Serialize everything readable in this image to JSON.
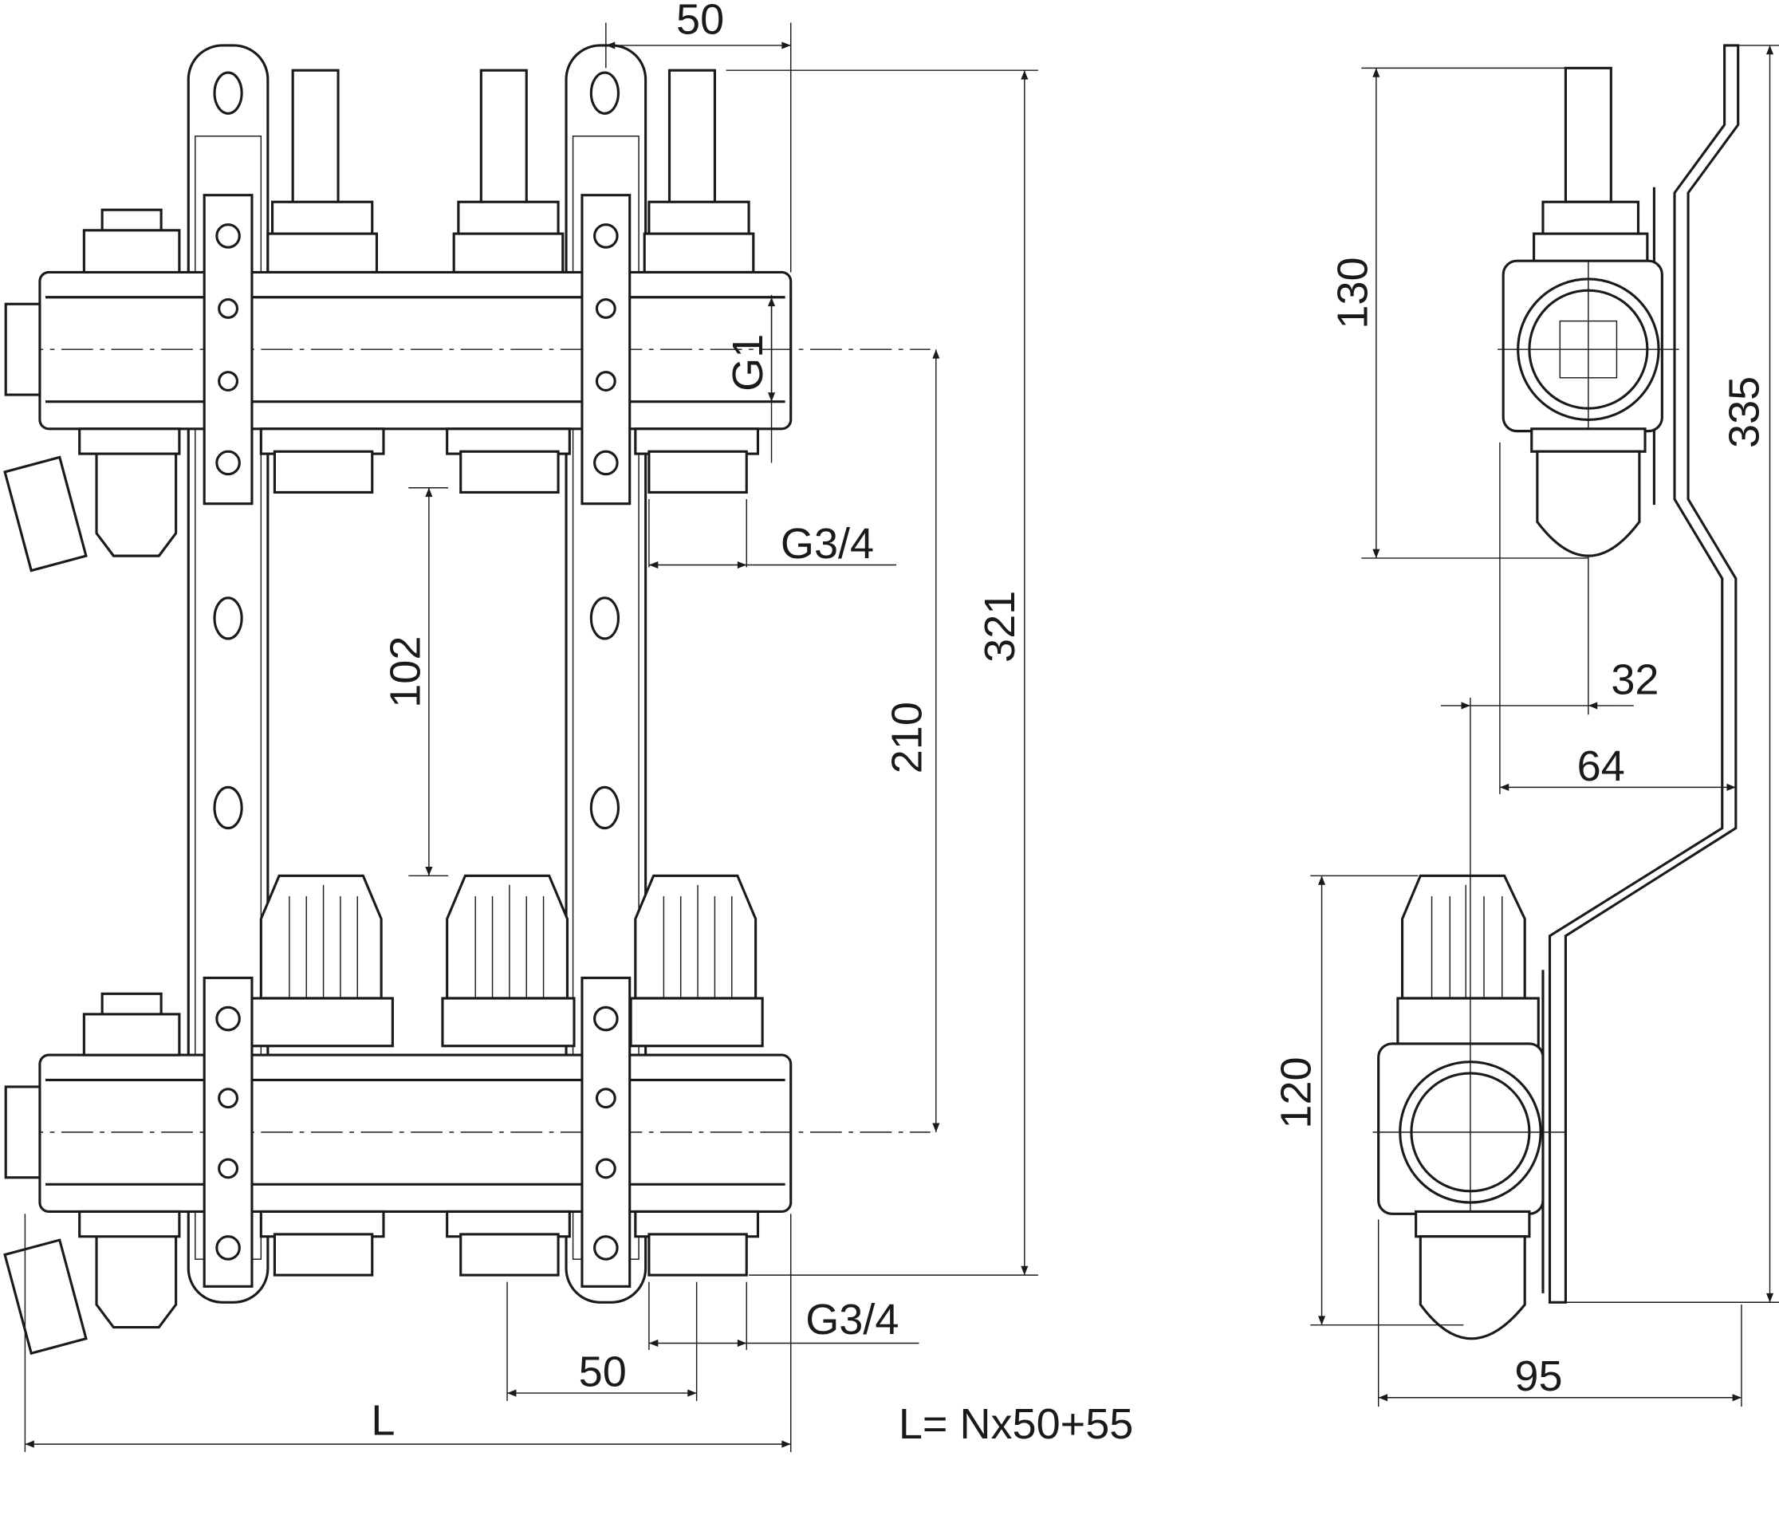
{
  "front_view": {
    "dim_top_spacing": "50",
    "dim_inlet_thread": "G1",
    "dim_outlet_thread_top": "G3/4",
    "dim_bracket_hole": "102",
    "dim_axis_distance": "210",
    "dim_total_height": "321",
    "dim_outlet_thread_bottom": "G3/4",
    "dim_bottom_spacing": "50",
    "dim_length": "L",
    "formula": "L= Nx50+55"
  },
  "side_view": {
    "dim_top_height": "130",
    "dim_total_height": "335",
    "dim_offset_32": "32",
    "dim_offset_64": "64",
    "dim_bottom_height": "120",
    "dim_depth": "95"
  }
}
